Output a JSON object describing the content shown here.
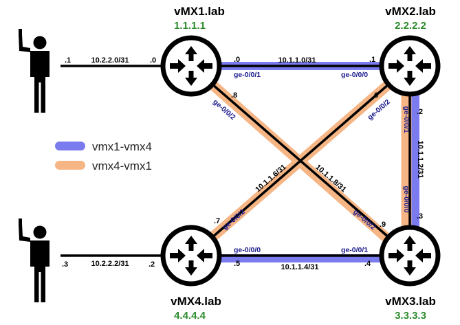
{
  "colors": {
    "path_a": "#7b7bf0",
    "path_b": "#f6b584",
    "router_id": "#2e8b2e",
    "iface_text": "#1a1a8c"
  },
  "routers": {
    "r1": {
      "name": "vMX1.lab",
      "id": "1.1.1.1",
      "icon": "router-icon"
    },
    "r2": {
      "name": "vMX2.lab",
      "id": "2.2.2.2",
      "icon": "router-icon"
    },
    "r3": {
      "name": "vMX3.lab",
      "id": "3.3.3.3",
      "icon": "router-icon"
    },
    "r4": {
      "name": "vMX4.lab",
      "id": "4.4.4.4",
      "icon": "router-icon"
    }
  },
  "hosts": {
    "top": {
      "icon": "person-icon",
      "host_ip": ".1",
      "net": "10.2.2.0/31",
      "router_ip": ".0"
    },
    "bottom": {
      "icon": "person-icon",
      "host_ip": ".3",
      "net": "10.2.2.2/31",
      "router_ip": ".2"
    }
  },
  "links": {
    "r1_r2": {
      "net": "10.1.1.0/31",
      "a_ip": ".0",
      "a_if": "ge-0/0/1",
      "b_ip": ".1",
      "b_if": "ge-0/0/0"
    },
    "r2_r3": {
      "net": "10.1.1.2/31",
      "a_ip": ".2",
      "a_if": "ge-0/0/1",
      "b_ip": ".3",
      "b_if": "ge-0/0/0"
    },
    "r3_r4": {
      "net": "10.1.1.4/31",
      "a_ip": ".4",
      "a_if": "ge-0/0/1",
      "b_ip": ".5",
      "b_if": "ge-0/0/0"
    },
    "r4_r2": {
      "net": "10.1.1.6/31",
      "a_ip": ".7",
      "a_if": "ge-0/0/2",
      "b_ip": ".6",
      "b_if": "ge-0/0/2"
    },
    "r1_r3": {
      "net": "10.1.1.8/31",
      "a_ip": ".8",
      "a_if": "ge-0/0/2",
      "b_ip": ".9",
      "b_if": "ge-0/0/2"
    }
  },
  "legend": [
    {
      "label": "vmx1-vmx4",
      "color": "#7b7bf0"
    },
    {
      "label": "vmx4-vmx1",
      "color": "#f6b584"
    }
  ]
}
